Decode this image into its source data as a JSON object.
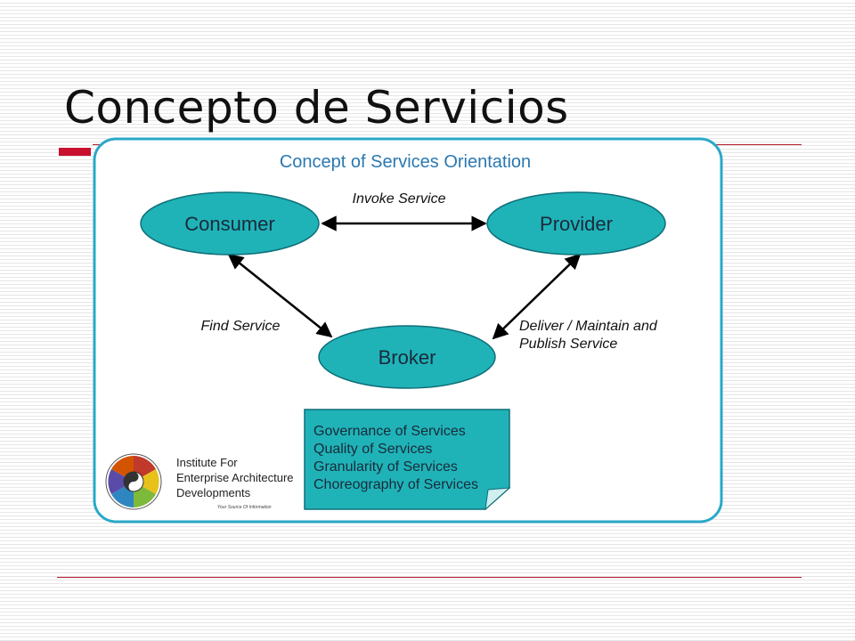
{
  "slide": {
    "title": "Concepto de Servicios"
  },
  "diagram": {
    "title": "Concept of Services Orientation",
    "nodes": {
      "consumer": "Consumer",
      "provider": "Provider",
      "broker": "Broker"
    },
    "edges": {
      "invoke": "Invoke Service",
      "find": "Find Service",
      "deliver_line1": "Deliver / Maintain and",
      "deliver_line2": "Publish Service"
    },
    "note": [
      "Governance of Services",
      "Quality of Services",
      "Granularity of Services",
      "Choreography of Services"
    ],
    "logo": {
      "line1": "Institute For",
      "line2": "Enterprise Architecture",
      "line3": "Developments",
      "tagline": "Your Source Of Information"
    }
  },
  "colors": {
    "accent": "#c8102e",
    "node_fill": "#1fb3b8",
    "frame_border": "#2aa8c8",
    "diagram_title": "#2b78b0"
  }
}
